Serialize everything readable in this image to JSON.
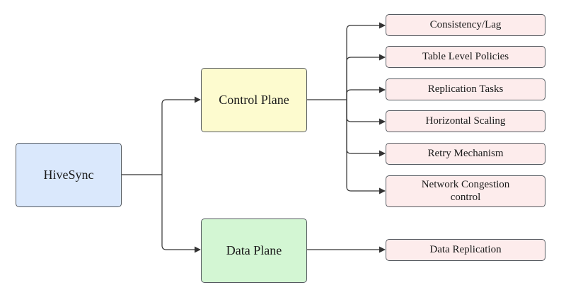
{
  "diagram": {
    "root": {
      "label": "HiveSync"
    },
    "branches": [
      {
        "label": "Control Plane",
        "children": [
          {
            "label": "Consistency/Lag"
          },
          {
            "label": "Table Level Policies"
          },
          {
            "label": "Replication Tasks"
          },
          {
            "label": "Horizontal Scaling"
          },
          {
            "label": "Retry Mechanism"
          },
          {
            "label": "Network Congestion control"
          }
        ]
      },
      {
        "label": "Data Plane",
        "children": [
          {
            "label": "Data Replication"
          }
        ]
      }
    ],
    "colors": {
      "root_fill": "#dae8fc",
      "control_fill": "#fdfbcf",
      "data_fill": "#d3f6d3",
      "leaf_fill": "#fdecec",
      "border": "#555a60",
      "connector": "#333333"
    }
  }
}
